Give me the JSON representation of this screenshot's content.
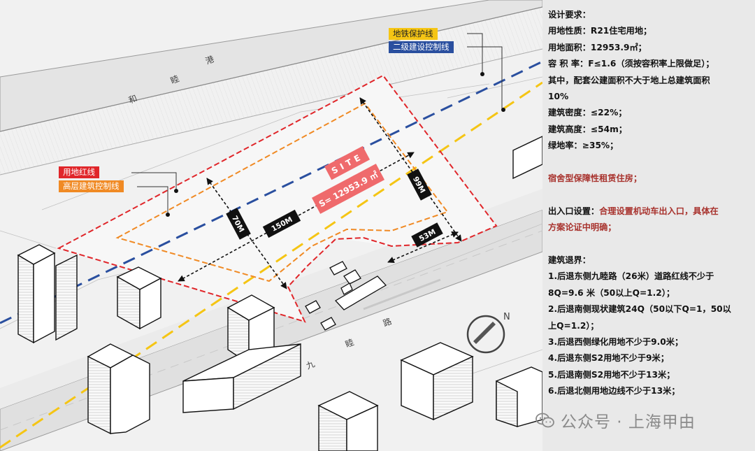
{
  "map": {
    "legend": {
      "metro": "地铁保护线",
      "secondary": "二级建设控制线",
      "red_line": "用地红线",
      "high_rise": "高层建筑控制线"
    },
    "labels": {
      "river": [
        "和",
        "睦",
        "港"
      ],
      "road": [
        "九",
        "睦",
        "路"
      ],
      "site": "SITE",
      "area": "S= 12953.9 ㎡",
      "dim_150": "150M",
      "dim_70": "70M",
      "dim_99": "99M",
      "dim_53": "53M",
      "north": "N"
    },
    "colors": {
      "red_line": "#e0262a",
      "orange_line": "#f08a24",
      "blue_line": "#2a4f9f",
      "yellow_line": "#f5c514"
    }
  },
  "panel": {
    "title": "设计要求：",
    "land_use": "用地性质：R21住宅用地；",
    "land_area": "用地面积：12953.9㎡；",
    "far": "容  积  率：F≤1.6（须按容积率上限做足）；",
    "public_1": "其中，配套公建面积不大于地上总建筑面积",
    "public_2": "10%",
    "density": "建筑密度：≤22%；",
    "height": "建筑高度：≤54m；",
    "green": "绿地率：≥35%；",
    "housing_type": "宿舍型保障性租赁住房；",
    "entry_label": "出入口设置：",
    "entry_text": "合理设置机动车出入口，具体在",
    "entry_text_2": "方案论证中明确；",
    "setback_title": "建筑退界：",
    "s1a": "1.后退东侧九睦路（26米）道路红线不少于",
    "s1b": "8Q=9.6 米（50以上Q=1.2）；",
    "s2a": "2.后退南侧现状建筑24Q（50以下Q=1，50以",
    "s2b": "上Q=1.2）；",
    "s3": "3.后退西侧绿化用地不少于9.0米；",
    "s4": "4.后退东侧S2用地不少于9米；",
    "s5": "5.后退南侧S2用地不少于13米；",
    "s6": "6.后退北侧用地边线不少于13米；"
  },
  "watermark": "公众号 · 上海甲由"
}
